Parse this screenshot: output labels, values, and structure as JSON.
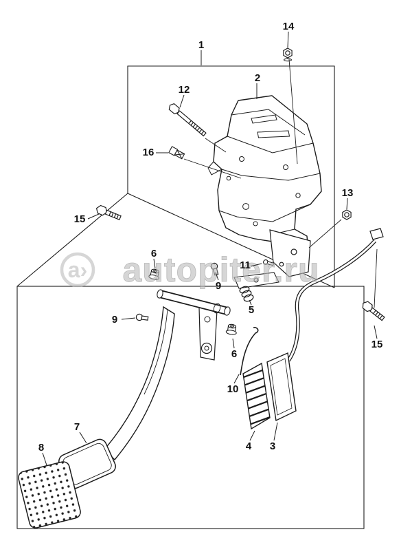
{
  "diagram": {
    "background": "#ffffff",
    "line_color": "#1c1c1c",
    "description_labels_total": "19"
  },
  "watermark": {
    "logo_text": "a›",
    "site_text": "autopiter.ru",
    "color": "#bdbdbd"
  },
  "callouts": [
    {
      "label": "14"
    },
    {
      "label": "1"
    },
    {
      "label": "2"
    },
    {
      "label": "12"
    },
    {
      "label": "16"
    },
    {
      "label": "13"
    },
    {
      "label": "15"
    },
    {
      "label": "6"
    },
    {
      "label": "11"
    },
    {
      "label": "9"
    },
    {
      "label": "5"
    },
    {
      "label": "9"
    },
    {
      "label": "15"
    },
    {
      "label": "6"
    },
    {
      "label": "10"
    },
    {
      "label": "7"
    },
    {
      "label": "8"
    },
    {
      "label": "4"
    },
    {
      "label": "3"
    }
  ]
}
